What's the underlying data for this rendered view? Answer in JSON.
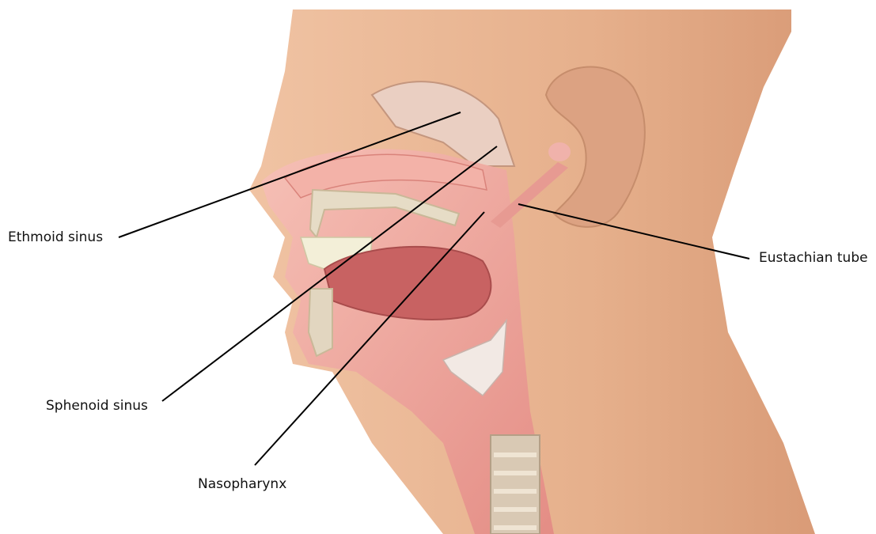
{
  "labels": {
    "ethmoid": "Ethmoid sinus",
    "sphenoid": "Sphenoid sinus",
    "nasopharynx": "Nasopharynx",
    "eustachian": "Eustachian tube"
  },
  "colors": {
    "skin": "#e8b896",
    "skin_shadow": "#c98f6c",
    "tissue": "#f1a9a0",
    "tissue_dark": "#d9776f",
    "bone": "#e2d6c0",
    "tongue": "#c45b5a",
    "line": "#000000"
  }
}
